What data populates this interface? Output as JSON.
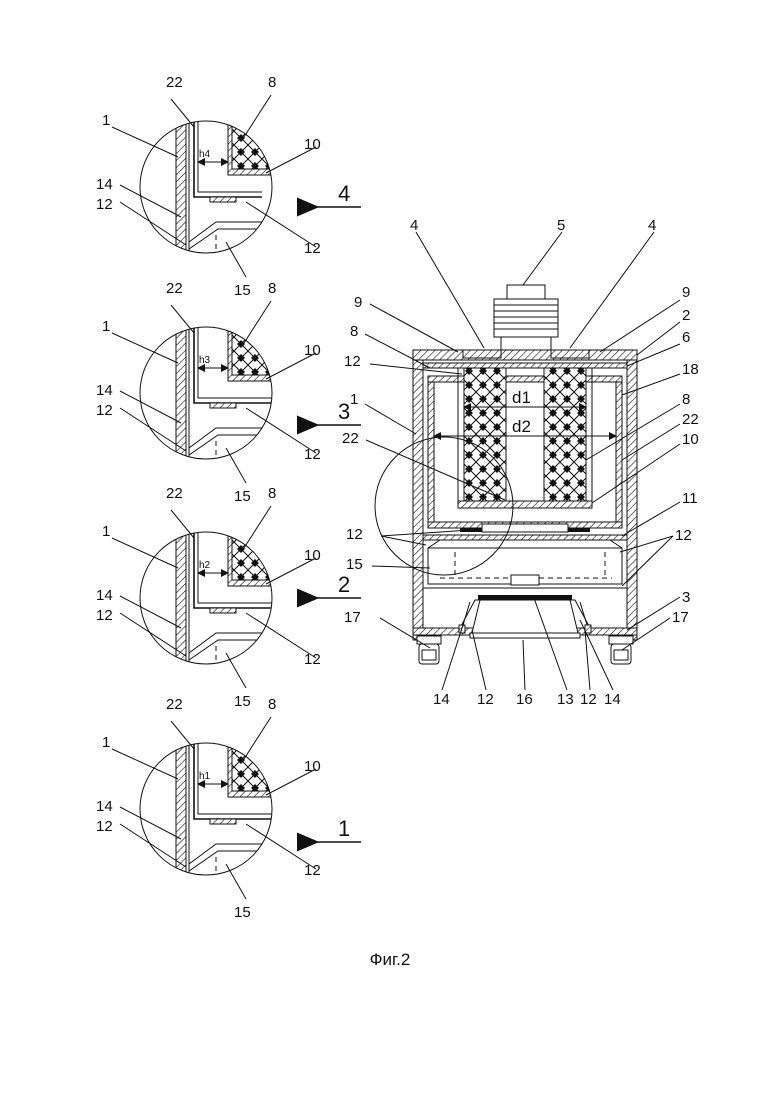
{
  "figure": {
    "caption": "Фиг.2"
  },
  "main_view": {
    "labels": {
      "n4a": "4",
      "n5": "5",
      "n4b": "4",
      "n9a": "9",
      "n9b": "9",
      "n2": "2",
      "n8a": "8",
      "n6": "6",
      "n12a": "12",
      "n18": "18",
      "n1": "1",
      "d1": "d1",
      "n8b": "8",
      "d2": "d2",
      "n22a": "22",
      "n22b": "22",
      "n10": "10",
      "n11": "11",
      "n12b": "12",
      "n12c": "12",
      "n15": "15",
      "n17a": "17",
      "n3": "3",
      "n17b": "17",
      "n14a": "14",
      "n12d": "12",
      "n16": "16",
      "n13": "13",
      "n12e": "12",
      "n14b": "14"
    }
  },
  "details": [
    {
      "stage": "4",
      "gap": "h4",
      "labels": {
        "n22": "22",
        "n8": "8",
        "n1": "1",
        "n10": "10",
        "n14": "14",
        "n12a": "12",
        "n12b": "12",
        "n15": "15"
      }
    },
    {
      "stage": "3",
      "gap": "h3",
      "labels": {
        "n22": "22",
        "n8": "8",
        "n1": "1",
        "n10": "10",
        "n14": "14",
        "n12a": "12",
        "n12b": "12",
        "n15": "15"
      }
    },
    {
      "stage": "2",
      "gap": "h2",
      "labels": {
        "n22": "22",
        "n8": "8",
        "n1": "1",
        "n10": "10",
        "n14": "14",
        "n12a": "12",
        "n12b": "12",
        "n15": "15"
      }
    },
    {
      "stage": "1",
      "gap": "h1",
      "labels": {
        "n22": "22",
        "n8": "8",
        "n1": "1",
        "n10": "10",
        "n14": "14",
        "n12a": "12",
        "n12b": "12",
        "n15": "15"
      }
    }
  ]
}
